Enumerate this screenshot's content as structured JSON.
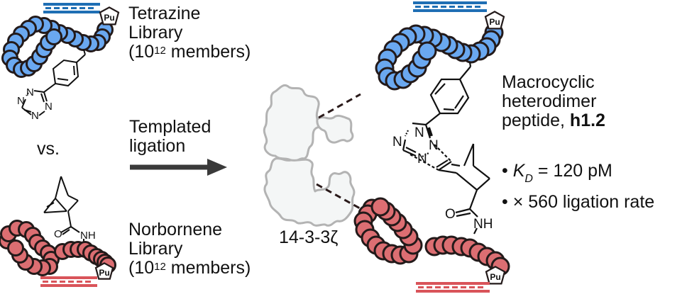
{
  "tetrazine_library": {
    "line1": "Tetrazine",
    "line2": "Library",
    "count_prefix": "(10",
    "count_exponent": "12",
    "count_suffix": " members)",
    "bead_color": "#6aa8f0",
    "barcode_color": "#1f6fb4"
  },
  "versus_label": "vs.",
  "norbornene_library": {
    "line1": "Norbornene",
    "line2": "Library",
    "count_prefix": "(10",
    "count_exponent": "12",
    "count_suffix": " members)",
    "bead_color": "#dc6e72",
    "barcode_color": "#d9545a"
  },
  "reaction_arrow": {
    "line1": "Templated",
    "line2": "ligation"
  },
  "protein_label": "14-3-3ζ",
  "product": {
    "line1": "Macrocyclic",
    "line2": "heterodimer",
    "line3_prefix": "peptide, ",
    "line3_bold": "h1.2",
    "bullets": [
      {
        "bullet": "•",
        "symbol": "K",
        "subscript": "D",
        "text": " = 120 pM"
      },
      {
        "bullet": "•",
        "text": "× 560 ligation rate"
      }
    ]
  },
  "atoms": {
    "nitrogen": "N",
    "oxygen": "O",
    "amide_nh": "NH",
    "tag": "Pu"
  }
}
